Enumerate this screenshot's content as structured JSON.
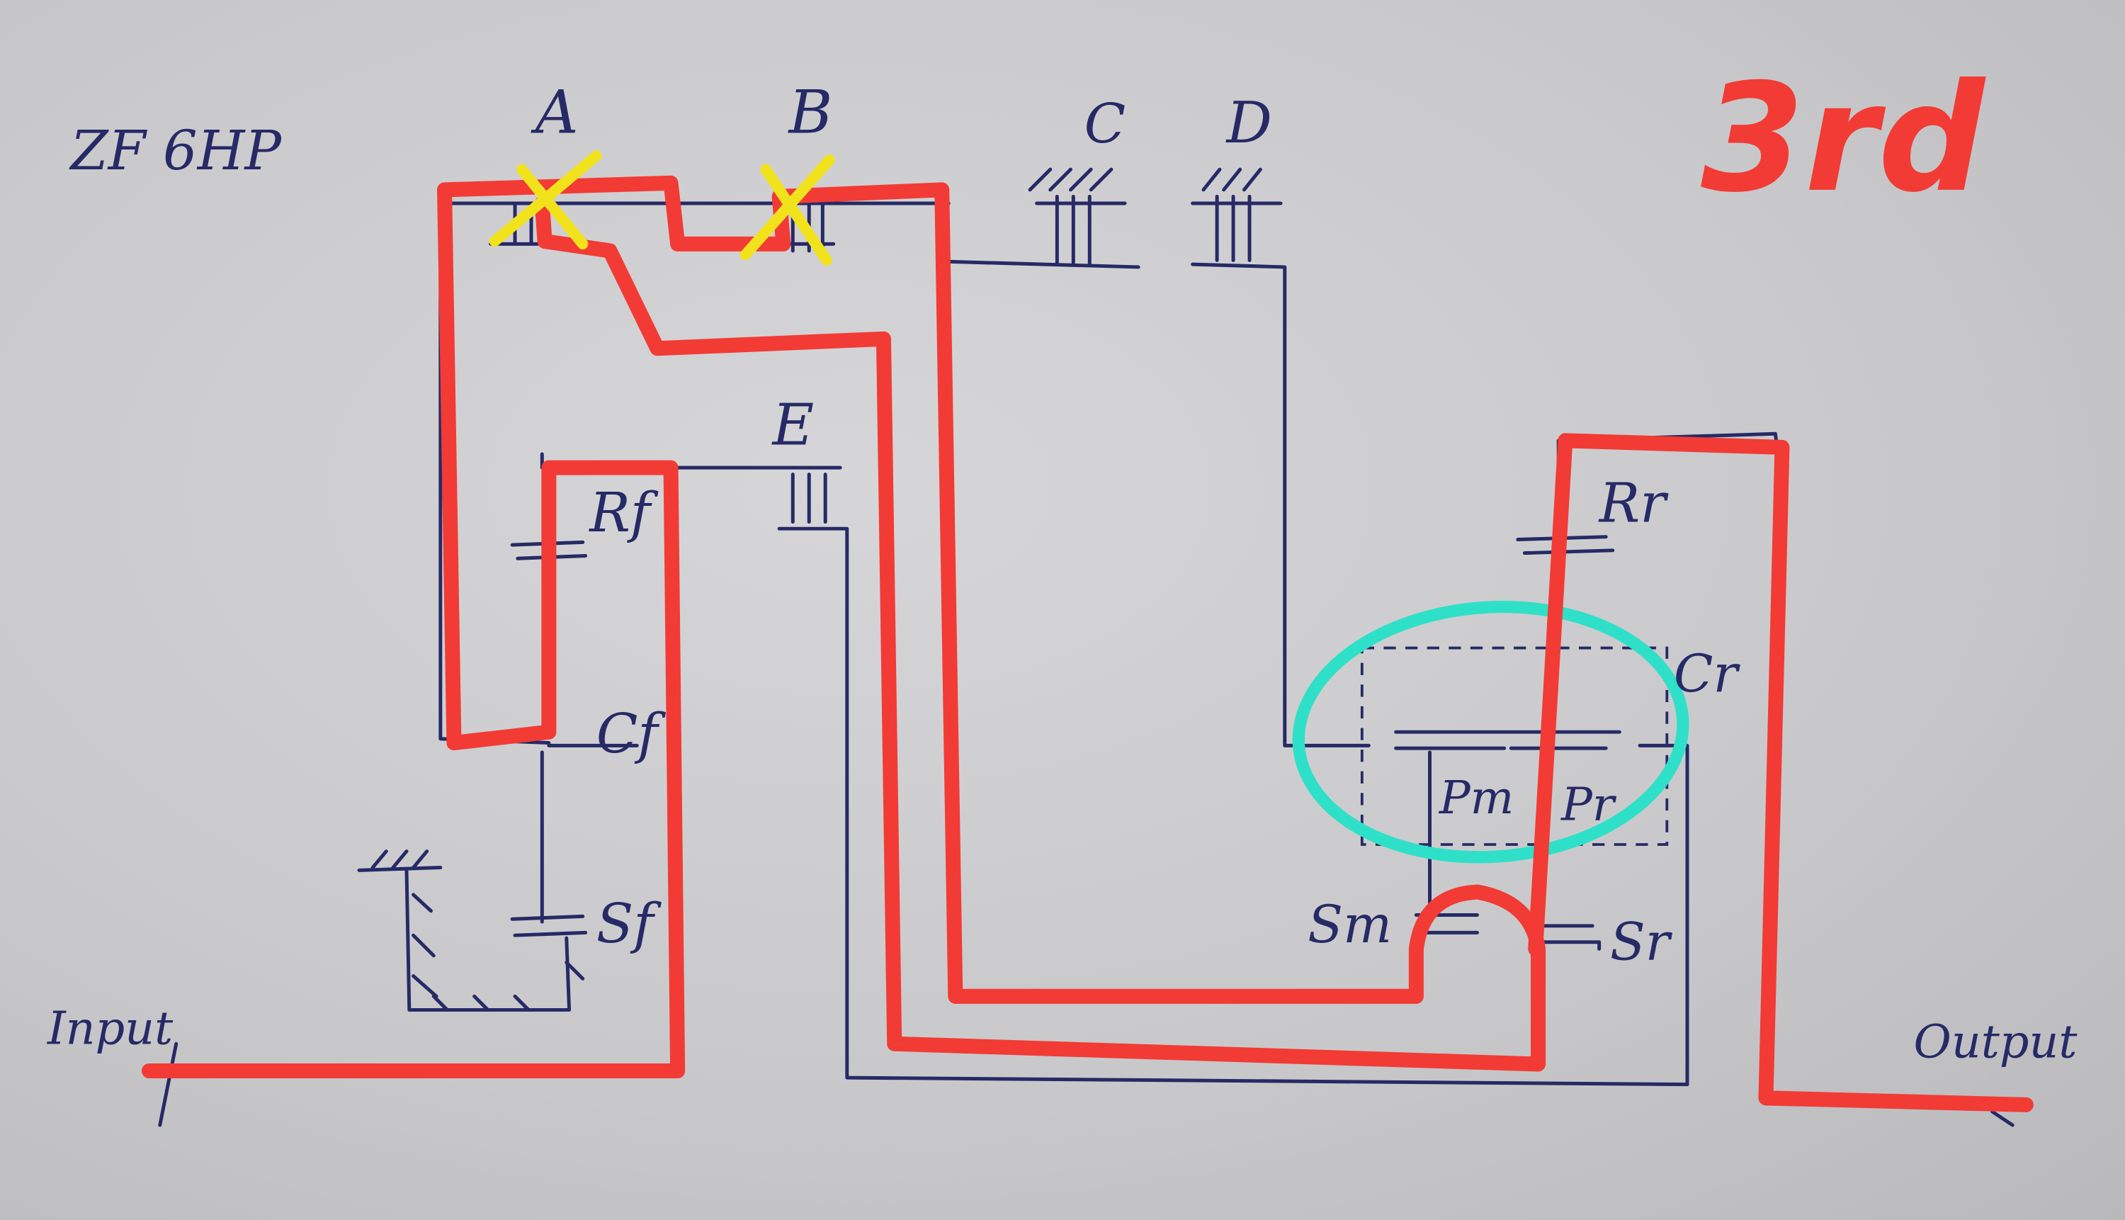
{
  "diagram": {
    "title": "ZF 6HP",
    "gear": "3rd",
    "clutches": {
      "a": "A",
      "b": "B",
      "c": "C",
      "d": "D",
      "e": "E"
    },
    "front_set": {
      "ring": "Rf",
      "carrier": "Cf",
      "sun": "Sf"
    },
    "rear_set": {
      "ring": "Rr",
      "carrier": "Cr",
      "planet_m": "Pm",
      "planet_r": "Pr",
      "sun_m": "Sm",
      "sun_r": "Sr"
    },
    "input": "Input",
    "output": "Output",
    "colors": {
      "ink": "#262a66",
      "power_path": "#f23b35",
      "engaged_mark": "#f2e21c",
      "highlight": "#2fe0c8"
    }
  }
}
